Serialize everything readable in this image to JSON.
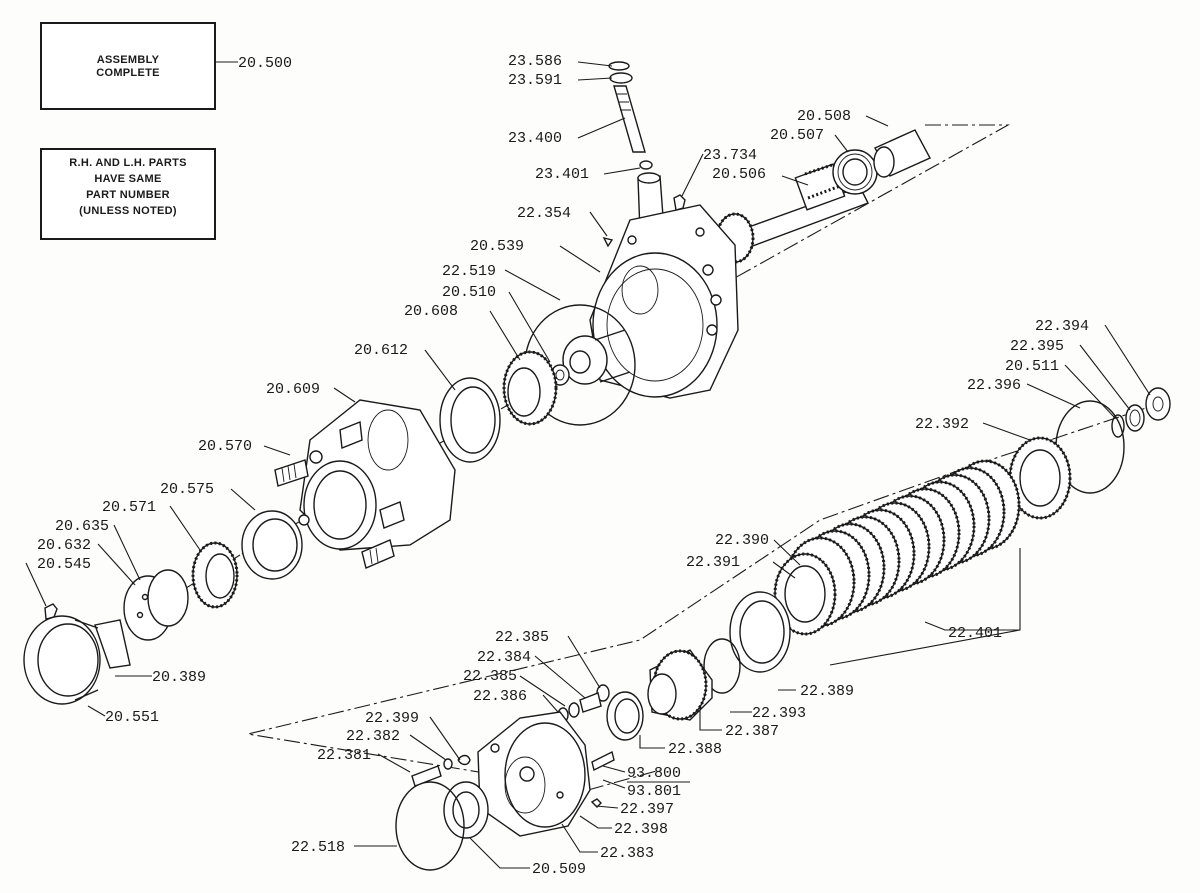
{
  "boxes": {
    "assembly": {
      "line1": "ASSEMBLY",
      "line2": "COMPLETE"
    },
    "parts_note": {
      "line1": "R.H. AND L.H. PARTS",
      "line2": "HAVE SAME",
      "line3": "PART NUMBER",
      "line4": "(UNLESS NOTED)"
    }
  },
  "callouts": {
    "c20500": "20.500",
    "c23586": "23.586",
    "c23591": "23.591",
    "c23400": "23.400",
    "c23401": "23.401",
    "c23734": "23.734",
    "c20508": "20.508",
    "c20507": "20.507",
    "c20506": "20.506",
    "c22354": "22.354",
    "c20539": "20.539",
    "c22519": "22.519",
    "c20510": "20.510",
    "c20608": "20.608",
    "c20612": "20.612",
    "c20609": "20.609",
    "c20570": "20.570",
    "c20575": "20.575",
    "c20571": "20.571",
    "c20635": "20.635",
    "c20632": "20.632",
    "c20545": "20.545",
    "c20389": "20.389",
    "c20551": "20.551",
    "c22394": "22.394",
    "c22395": "22.395",
    "c20511": "20.511",
    "c22396": "22.396",
    "c22392": "22.392",
    "c22390": "22.390",
    "c22391": "22.391",
    "c22401": "22.401",
    "c22385a": "22.385",
    "c22384": "22.384",
    "c22385b": "22.385",
    "c22386": "22.386",
    "c22389": "22.389",
    "c22393": "22.393",
    "c22387": "22.387",
    "c22388": "22.388",
    "c22399": "22.399",
    "c22382": "22.382",
    "c22381": "22.381",
    "c93800": "93.800",
    "c93801": "93.801",
    "c22397": "22.397",
    "c22398": "22.398",
    "c22518": "22.518",
    "c22383": "22.383",
    "c20509": "20.509"
  }
}
